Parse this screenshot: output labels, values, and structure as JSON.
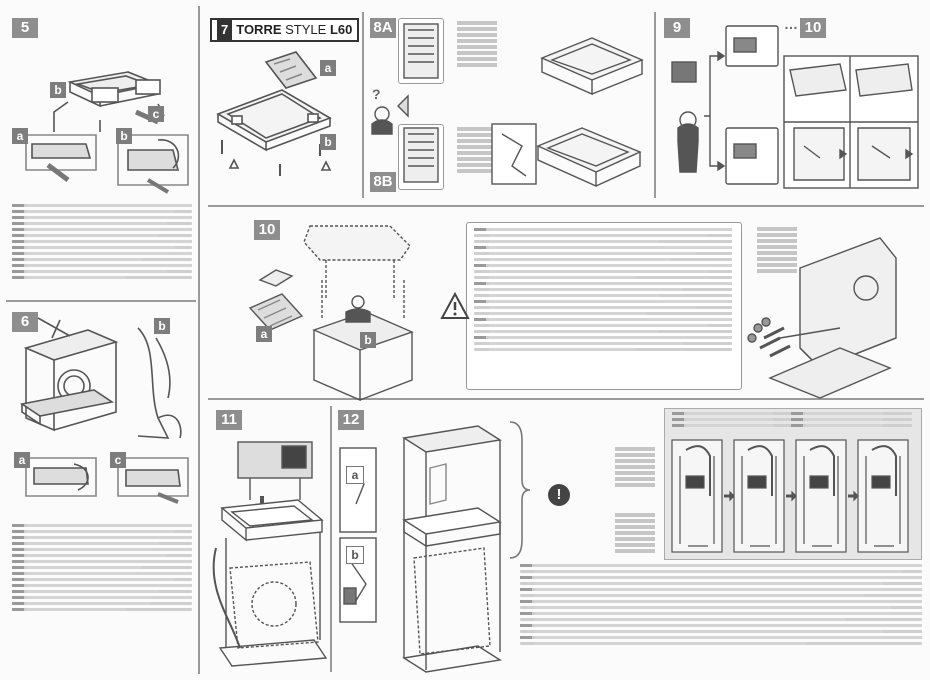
{
  "steps": {
    "s5": "5",
    "s6": "6",
    "s7": "7",
    "s8a": "8A",
    "s8b": "8B",
    "s9": "9",
    "s10_top": "10",
    "s10": "10",
    "s11": "11",
    "s12": "12"
  },
  "title_bar": {
    "prefix": "TORRE",
    "mid": "STYLE",
    "suffix": "L60"
  },
  "sub_labels": {
    "a": "a",
    "b": "b",
    "c": "c"
  },
  "ellipsis": "…",
  "exclaim": "!",
  "question": "?",
  "icons": {
    "warning": "warning-triangle-icon",
    "person": "person-icon",
    "exclamation": "exclamation-circle-icon"
  },
  "colors": {
    "divider": "#9a9a9a",
    "step_badge": "#8e8e8e",
    "line_art": "#555555",
    "highlight_box": "#d8d8d8"
  }
}
